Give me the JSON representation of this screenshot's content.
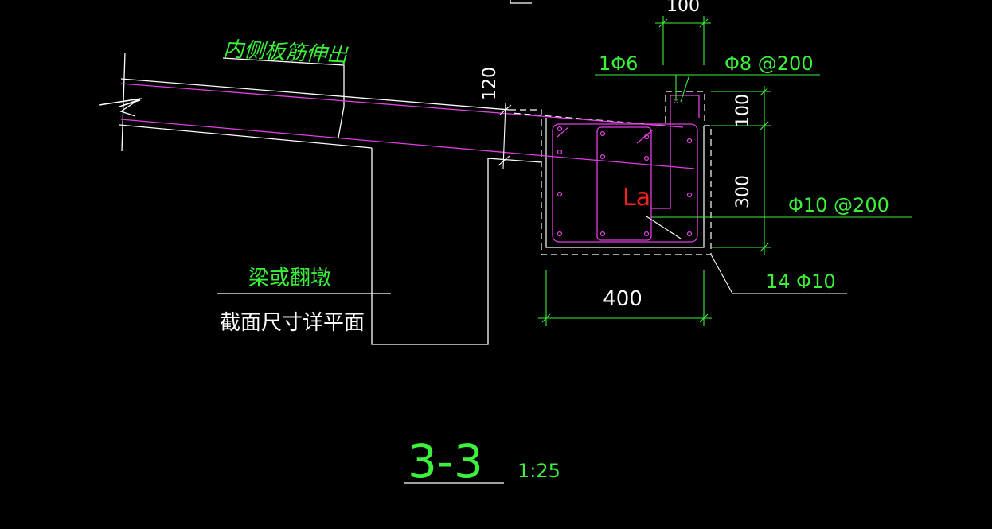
{
  "drawing": {
    "section_id": "3-3",
    "scale": "1:25",
    "colors": {
      "background": "#000000",
      "white_lines": "#FFFFFF",
      "rebar": "#E040E0",
      "annotation": "#3CF03C",
      "dashed_outline": "#FFFFFF",
      "la_label": "#FF2020"
    }
  },
  "labels": {
    "slab_rebar_note": "内侧板筋伸出",
    "beam_note": "梁或翻墩",
    "beam_note_sub": "截面尺寸详平面",
    "top_dim": "100",
    "slab_thickness": "120",
    "rebar_top": "1Φ6",
    "stirrup_small": "Φ8 @200",
    "dim_right_top": "100",
    "dim_right_main": "300",
    "stirrup_main": "Φ10 @200",
    "anchor_length": "La",
    "width_dim": "400",
    "longitudinal_bars": "14 Φ10"
  }
}
